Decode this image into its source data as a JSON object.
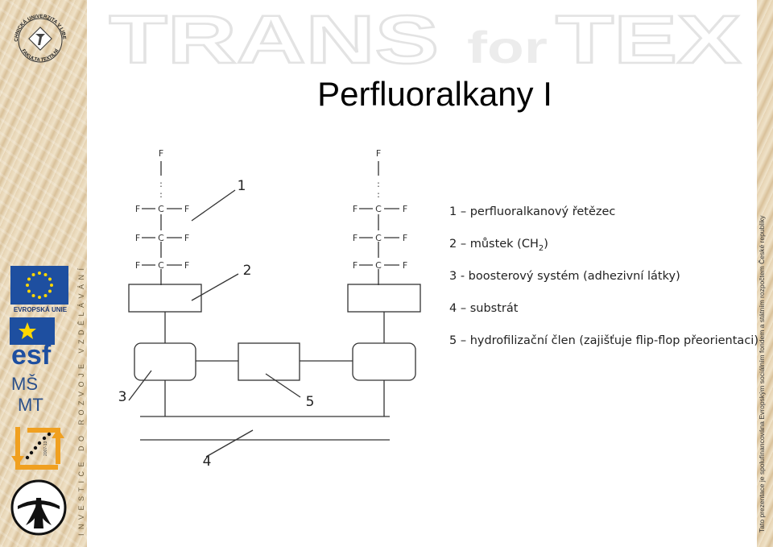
{
  "header": {
    "watermark_trans": "TRANS",
    "watermark_for": "for",
    "watermark_tex": "TEX"
  },
  "title": "Perfluoralkany I",
  "left_panel": {
    "vertical_text": "INVESTICE DO ROZVOJE VZDĚLÁVÁNÍ",
    "seal_text_top": "TECHNICKÁ UNIVERZITA V LIBERCI",
    "seal_text_bottom": "FAKULTA TEXTILNÍ",
    "eu_label": "EVROPSKÁ UNIE",
    "esf_text": "esf",
    "msmt_text_1": "MŠ",
    "msmt_text_2": "MT",
    "op_years": "2007-13"
  },
  "right_panel": {
    "vertical_text": "Tato prezentace je spolufinancována Evropským sociálním fondem a státním rozpočtem České republiky"
  },
  "diagram": {
    "atom_f": "F",
    "atom_c": "C",
    "dots": ":",
    "label_1": "1",
    "label_2": "2",
    "label_3": "3",
    "label_4": "4",
    "label_5": "5"
  },
  "legend": {
    "item_1": "1 – perfluoralkanový řetězec",
    "item_2_pre": "2 – můstek (CH",
    "item_2_sub": "2",
    "item_2_post": ")",
    "item_3": "3 - boosterový systém (adhezivní látky)",
    "item_4": "4 – substrát",
    "item_5": "5 – hydrofilizační člen (zajišťuje flip-flop přeorientaci)"
  },
  "colors": {
    "eu_blue": "#1e4fa0",
    "eu_star": "#ffd700",
    "op_orange": "#f0a020",
    "watermark": "#e6e6e6"
  }
}
